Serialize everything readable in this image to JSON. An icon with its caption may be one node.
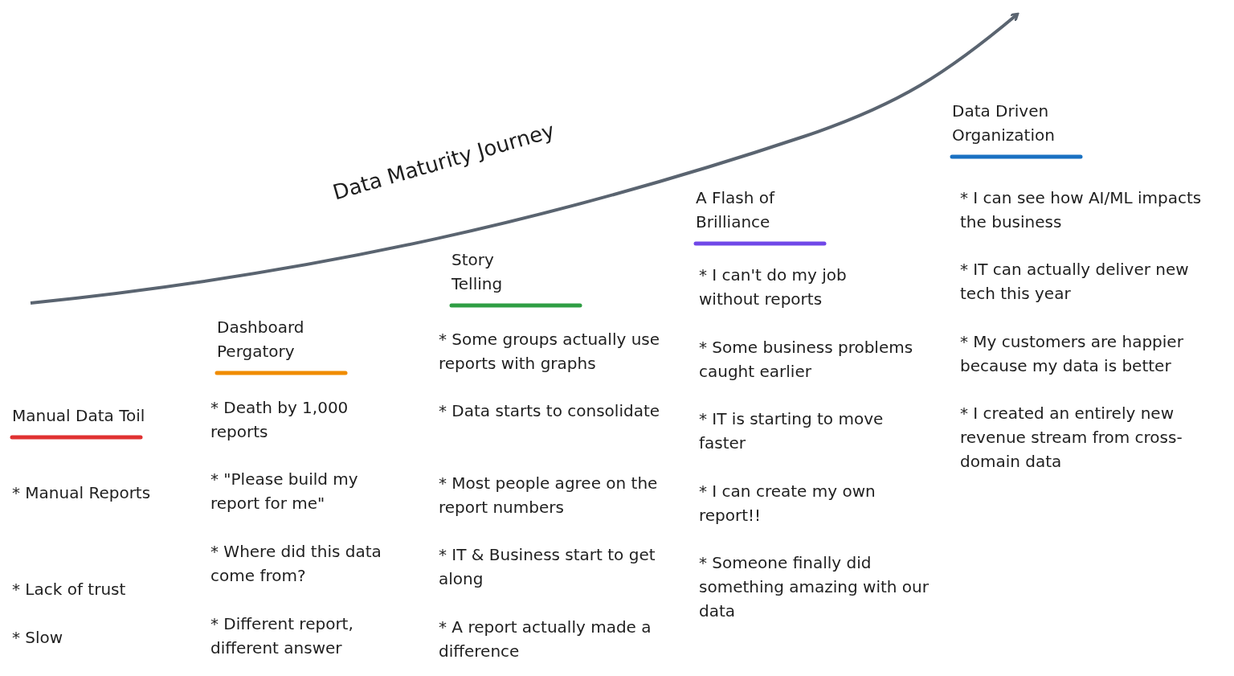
{
  "diagram": {
    "labels": [
      "Data Maturity Journey",
      "Manual Data Toil",
      "* Manual Reports",
      "* Lack of trust",
      "* Slow",
      "Dashboard Pergatory",
      "* Death by 1,000 reports",
      "* \"Please build my report for me\"",
      "* Where did this data come from?",
      "* Different report, different answer",
      "Story Telling",
      "* Some groups actually use reports with graphs",
      "* Data starts to consolidate",
      "* Most people agree on the report numbers",
      "* IT & Business start to get along",
      "* A report actually made a difference",
      "A Flash of Brilliance",
      "* I can't do my job without reports",
      "* Some business problems caught earlier",
      "* IT is starting to move faster",
      "* I can create my own report!!",
      "* Someone finally did something amazing with our data",
      "Data Driven Organization",
      "* I can see how AI/ML impacts the business",
      "* IT can actually deliver new tech this year",
      "* My customers are happier because my data is better",
      "* I created an entirely new revenue stream from cross-domain data"
    ]
  }
}
